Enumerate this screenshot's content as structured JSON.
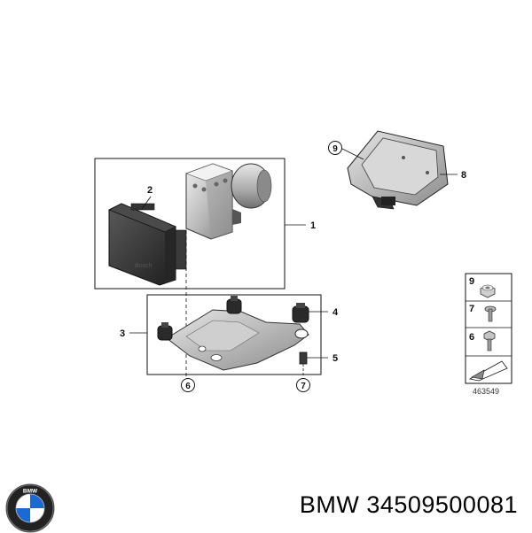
{
  "callouts": {
    "c1": "1",
    "c2": "2",
    "c3": "3",
    "c4": "4",
    "c5": "5",
    "c6": "6",
    "c7": "7",
    "c8": "8",
    "c9": "9"
  },
  "legend": {
    "rows": [
      "9",
      "7",
      "6"
    ],
    "reference_number": "463549"
  },
  "footer": {
    "part_label": "BMW 34509500081",
    "logo_letters": "BMW"
  },
  "colors": {
    "line": "#111111",
    "part_dark": "#2b2b2b",
    "part_mid": "#8a8a8a",
    "part_light": "#c9c9c9",
    "logo_blue": "#1c69d4"
  }
}
